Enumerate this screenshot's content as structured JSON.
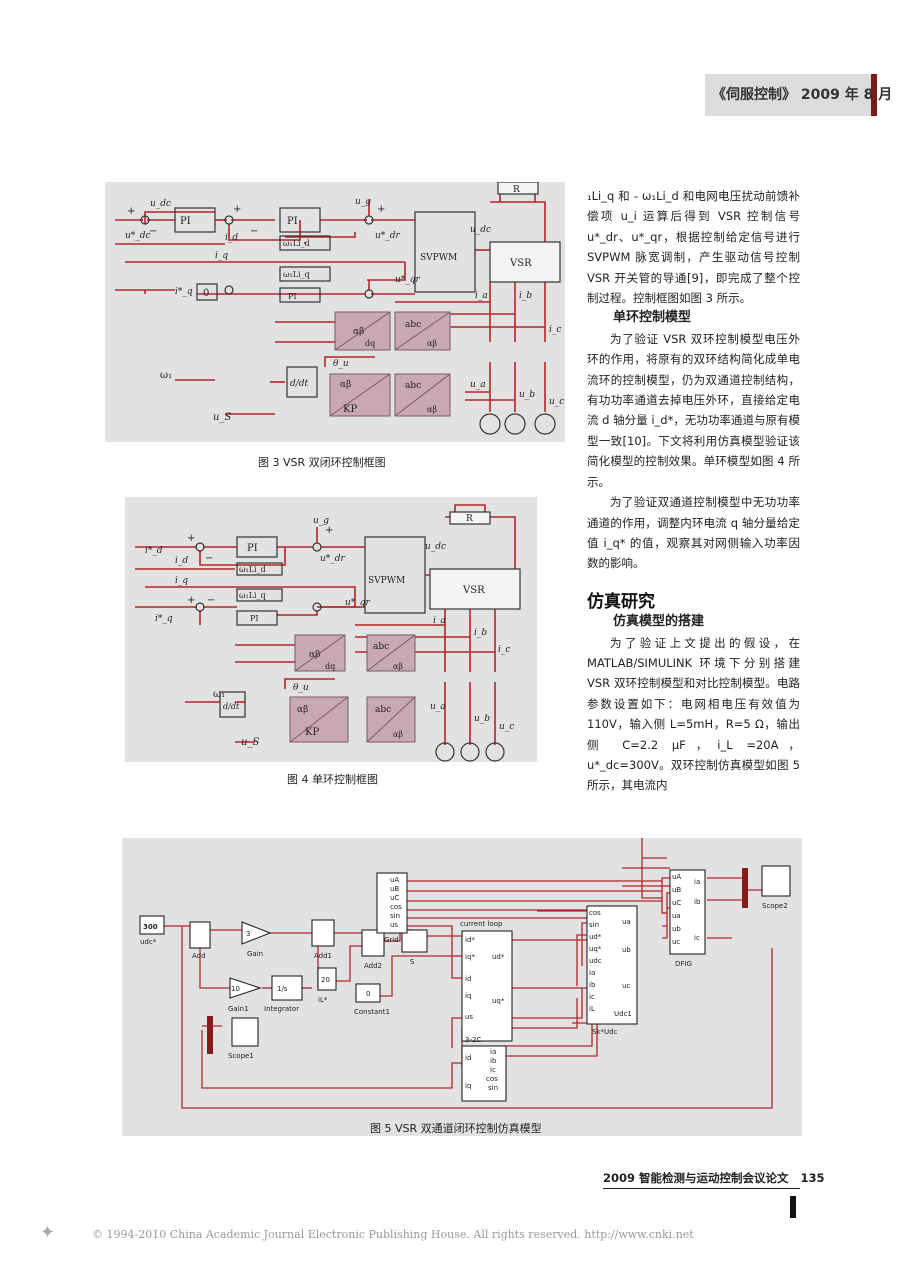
{
  "header": {
    "journal": "《伺服控制》 2009 年 8 月"
  },
  "fig3": {
    "caption": "图 3 VSR 双闭环控制框图",
    "udc": "u_dc",
    "udc_ref": "u*_dc",
    "id": "i_d",
    "iq": "i_q",
    "iq_ref": "i*_q",
    "pi1": "PI",
    "pi2": "PI",
    "pi3": "PI",
    "zero": "0",
    "w_liq": "ω₁Li_q",
    "w_lid": "ω₁Li_d",
    "ug": "u_g",
    "udr": "u*_dr",
    "uqr": "u*_qr",
    "svpwm": "SVPWM",
    "vsr": "VSR",
    "r": "R",
    "ia": "i_a",
    "ib": "i_b",
    "ic": "i_c",
    "ua": "u_a",
    "ub": "u_b",
    "uc": "u_c",
    "ab": "αβ",
    "abc": "abc",
    "dq": "dq",
    "theta": "θ_u",
    "omega": "ω₁",
    "us": "u_S",
    "kp": "KP",
    "ddt": "d/dt",
    "plus": "+",
    "minus": "−"
  },
  "fig4": {
    "caption": "图 4 单环控制框图",
    "id_ref": "i*_d",
    "id": "i_d",
    "iq": "i_q",
    "iq_ref": "i*_q",
    "pi": "PI",
    "w_lid": "ω₁Li_d",
    "w_liq": "ω₁Li_q",
    "ug": "u_g",
    "udr": "u*_dr",
    "uqr": "u*_qr",
    "udc": "u_dc",
    "svpwm": "SVPWM",
    "vsr": "VSR",
    "r": "R",
    "ia": "i_a",
    "ib": "i_b",
    "ic": "i_c",
    "ua": "u_a",
    "ub": "u_b",
    "uc": "u_c",
    "ab": "αβ",
    "abc": "abc",
    "dq": "dq",
    "theta": "θ_u",
    "omega": "ω₁",
    "us": "u_S",
    "kp": "KP",
    "ddt": "d/dt",
    "plus": "+",
    "minus": "−"
  },
  "fig5": {
    "caption": "图 5 VSR 双通道闭环控制仿真模型",
    "const300": "300",
    "udc_star": "udc*",
    "add": "Add",
    "gain": "Gain",
    "gain_val": "3",
    "add1": "Add1",
    "gain1": "Gain1",
    "gain1_val": "10",
    "integrator": "Integrator",
    "int_sym": "1/s",
    "const20": "20",
    "il_star": "iL*",
    "add2": "Add2",
    "const0": "0",
    "constant1": "Constant1",
    "s": "S",
    "grid": "Grid",
    "grid_ports": [
      "uA",
      "uB",
      "uC",
      "cos",
      "sin",
      "us"
    ],
    "current_loop": "current loop",
    "cl_in": [
      "id*",
      "iq*",
      "id",
      "iq",
      "us"
    ],
    "cl_out": [
      "ud*",
      "uq*"
    ],
    "sk": "Sk*Udc",
    "sk_in": [
      "cos",
      "sin",
      "ud*",
      "uq*",
      "udc",
      "ia",
      "ib",
      "ic",
      "iL"
    ],
    "sk_out": [
      "ua",
      "ub",
      "uc",
      "Udc1"
    ],
    "dfig": "DFIG",
    "dfig_in": [
      "uA",
      "uB",
      "uC",
      "ua",
      "ub",
      "uc"
    ],
    "dfig_out": [
      "ia",
      "ib",
      "ic"
    ],
    "scope1": "Scope1",
    "scope2": "Scope2",
    "t32": "3-2C",
    "t32_in": [
      "id",
      "iq"
    ],
    "t32_out": [
      "ia",
      "ib",
      "ic",
      "cos",
      "sin"
    ]
  },
  "text": {
    "p1": "₁Li_q 和 - ω₁Li_d 和电网电压扰动前馈补偿项 u_i 运算后得到 VSR 控制信号 u*_dr、u*_qr，根据控制给定信号进行 SVPWM 脉宽调制，产生驱动信号控制 VSR 开关管的导通[9]，即完成了整个控制过程。控制框图如图 3 所示。",
    "h_single": "单环控制模型",
    "p2": "为了验证 VSR 双环控制模型电压外环的作用，将原有的双环结构简化成单电流环的控制模型，仍为双通道控制结构，有功功率通道去掉电压外环，直接给定电流 d 轴分量 i_d*，无功功率通道与原有模型一致[10]。下文将利用仿真模型验证该简化模型的控制效果。单环模型如图 4 所示。",
    "p3": "为了验证双通道控制模型中无功功率通道的作用，调整内环电流 q 轴分量给定值 i_q* 的值，观察其对网侧输入功率因数的影响。",
    "h_sim": "仿真研究",
    "h_build": "仿真模型的搭建",
    "p4": "为了验证上文提出的假设，在 MATLAB/SIMULINK 环境下分别搭建 VSR 双环控制模型和对比控制模型。电路参数设置如下：电网相电压有效值为 110V，输入侧 L=5mH，R=5 Ω，输出侧 C=2.2 μF，i_L =20A，u*_dc=300V。双环控制仿真模型如图 5 所示，其电流内"
  },
  "footer": {
    "conf": "2009 智能检测与运动控制会议论文",
    "page": "135"
  },
  "copyright": "© 1994-2010 China Academic Journal Electronic Publishing House. All rights reserved.    http://www.cnki.net",
  "colors": {
    "wire": "#b5252a",
    "block": "#333333",
    "bg": "#e2e2e2"
  }
}
